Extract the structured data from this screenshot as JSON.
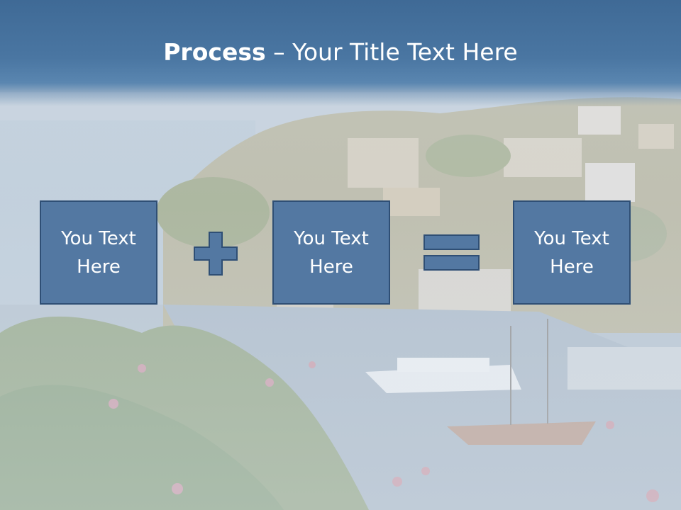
{
  "title": {
    "bold": "Process",
    "rest": " – Your Title Text Here"
  },
  "boxes": [
    {
      "text": "You Text Here"
    },
    {
      "text": "You Text Here"
    },
    {
      "text": "You Text Here"
    }
  ],
  "operators": [
    "plus-icon",
    "equals-icon"
  ],
  "colors": {
    "header": "#4a76a2",
    "box_fill": "#5378a2",
    "box_border": "#2f4f75",
    "text": "#ffffff"
  }
}
